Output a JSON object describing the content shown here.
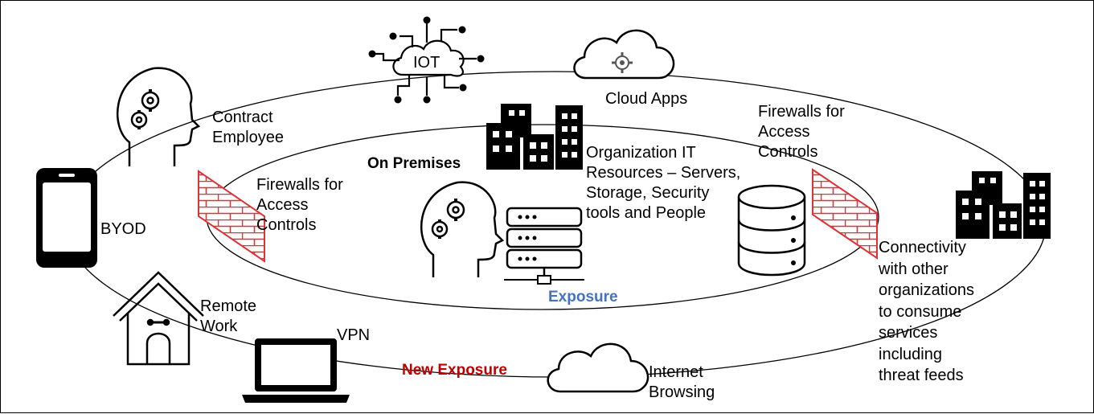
{
  "labels": {
    "iot": "IOT",
    "cloud_apps": "Cloud Apps",
    "contract_employee": "Contract\nEmployee",
    "on_premises": "On Premises",
    "org_it": "Organization IT\nResources – Servers,\nStorage, Security\ntools and People",
    "firewalls_outer": "Firewalls for\nAccess\nControls",
    "firewalls_inner": "Firewalls for\nAccess\nControls",
    "byod": "BYOD",
    "remote_work": "Remote\nWork",
    "vpn": "VPN",
    "exposure": "Exposure",
    "new_exposure": "New Exposure",
    "internet_browsing": "Internet\nBrowsing",
    "connectivity": "Connectivity\nwith other\norganizations\nto consume\nservices\nincluding\nthreat feeds"
  },
  "colors": {
    "exposure": "#4472C4",
    "new_exposure": "#C00000",
    "firewall": "#E0303A"
  },
  "icons": [
    "iot-cloud-icon",
    "cloud-apps-icon",
    "contract-employee-head-icon",
    "org-buildings-icon",
    "firewall-inner-icon",
    "firewall-outer-icon",
    "smartphone-icon",
    "employee-head-icon",
    "server-rack-icon",
    "database-icon",
    "partner-buildings-icon",
    "house-icon",
    "laptop-icon",
    "internet-cloud-icon"
  ]
}
